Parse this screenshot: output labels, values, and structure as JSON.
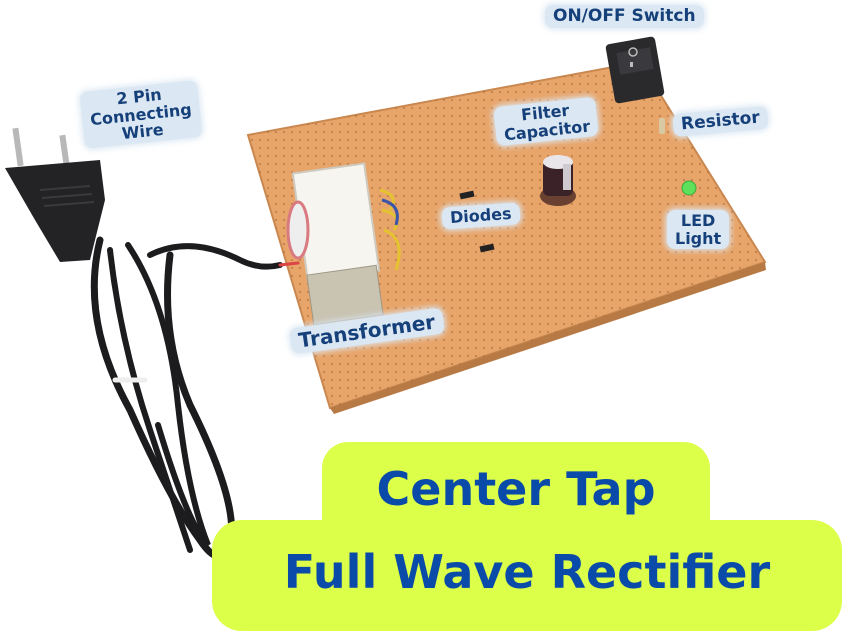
{
  "image": {
    "subject": "Center tap full wave rectifier project kit on perfboard with 2 pin plug",
    "background_color": "#ffffff",
    "board_color": "#e8a56a",
    "label_bg_color": "#dbe8f3",
    "label_text_color": "#16407a",
    "banner_bg_color": "#dcff4a",
    "banner_text_color": "#0a4aa8"
  },
  "labels": {
    "switch": "ON/OFF Switch",
    "wire_line1": "2 Pin",
    "wire_line2": "Connecting",
    "wire_line3": "Wire",
    "capacitor_line1": "Filter",
    "capacitor_line2": "Capacitor",
    "resistor": "Resistor",
    "diodes": "Diodes",
    "led_line1": "LED",
    "led_line2": "Light",
    "transformer": "Transformer"
  },
  "banner": {
    "line1": "Center Tap",
    "line2": "Full Wave Rectifier"
  }
}
